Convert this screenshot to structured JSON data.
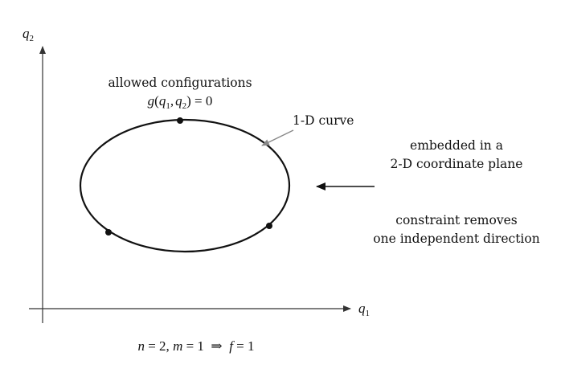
{
  "axes": {
    "x_label": {
      "base": "q",
      "sub": "1"
    },
    "y_label": {
      "base": "q",
      "sub": "2"
    }
  },
  "annotations": {
    "allowed_line1": "allowed configurations",
    "constraint_eq": {
      "fn": "g",
      "open": "(",
      "a": "q",
      "a_sub": "1",
      "comma": ",",
      "b": "q",
      "b_sub": "2",
      "close": ")",
      "rest": " = 0"
    },
    "curve_label": "1-D curve",
    "embedded_line1": "embedded in a",
    "embedded_line2": "2-D coordinate plane",
    "removes_line1": "constraint removes",
    "removes_line2": "one independent direction"
  },
  "formula": {
    "n": "n",
    "eq1": " = 2, ",
    "m": "m",
    "eq2": " = 1  ⇒  ",
    "f": "f",
    "eq3": " = 1"
  },
  "colors": {
    "ink": "#111111",
    "axis": "#333333",
    "pointer": "#888888"
  }
}
